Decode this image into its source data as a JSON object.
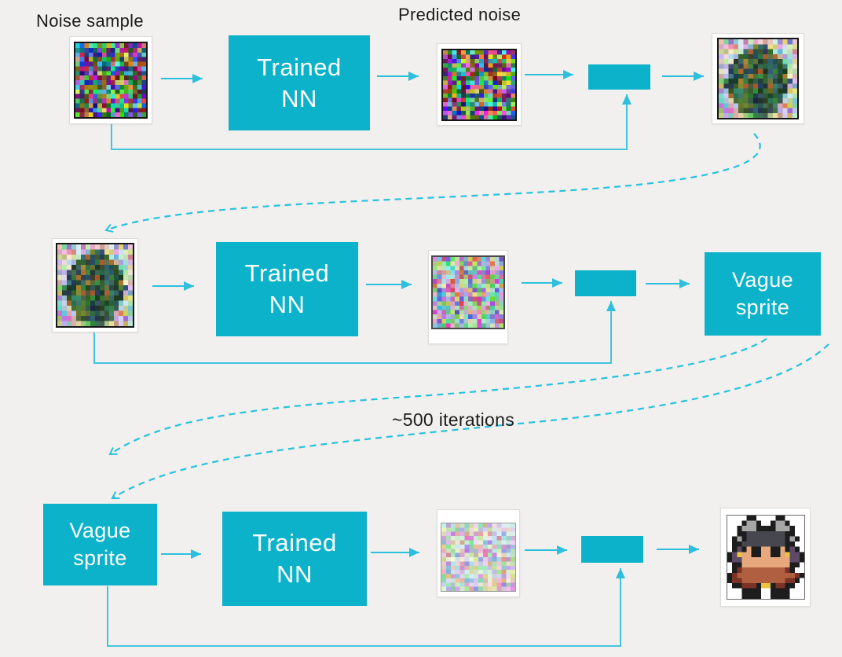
{
  "page": {
    "background": "#f1f0ee"
  },
  "colors": {
    "box_cyan": "#0bb2c9",
    "arrow_cyan": "#2ebfdc",
    "dashed_cyan": "#26c2de",
    "heading_text": "#1c1c1c",
    "box_text": "#ffffff"
  },
  "labels": {
    "noise_sample": "Noise sample",
    "predicted_noise": "Predicted noise",
    "iterations": "~500 iterations",
    "trained_nn": "Trained\nNN",
    "vague_sprite": "Vague\nsprite"
  },
  "noise_images": {
    "noise_sample": {
      "seed": 11,
      "style": "saturated"
    },
    "predicted_noise": {
      "seed": 23,
      "style": "saturated"
    },
    "denoised_step1": {
      "seed": 7,
      "style": "silhouette"
    },
    "predicted_noise_2": {
      "seed": 41,
      "style": "pastel"
    },
    "predicted_noise_3": {
      "seed": 55,
      "style": "pale"
    }
  },
  "sprite": {
    "palette": {
      ".": "",
      "k": "#1d1d1d",
      "g": "#a6a6a6",
      "d": "#474750",
      "p": "#5d4a66",
      "y": "#eac43e",
      "f": "#e6a87c",
      "r": "#b06040",
      "m": "#7c3227"
    },
    "grid": [
      "....kk....kk....",
      "...kggk..kggk...",
      "..kgggkkkkgggk..",
      "..kkddddddddkk..",
      ".kgkddddddddkgk.",
      ".kkdddddddddkk..",
      ".kpkfkkffkkfkpk.",
      "kpyffkkffkkfyppk",
      "kppffffffffffppk",
      ".kkffffffffffkk.",
      ".kmrrrrrrrrrmk..",
      "kmrrrrrrrrrrrrmk",
      "kmmrrrrrrrrrmmk.",
      ".kkmmmkyykmmkk..",
      "...kkkk..kkkk...",
      "...kkkk..kkkk..."
    ]
  }
}
